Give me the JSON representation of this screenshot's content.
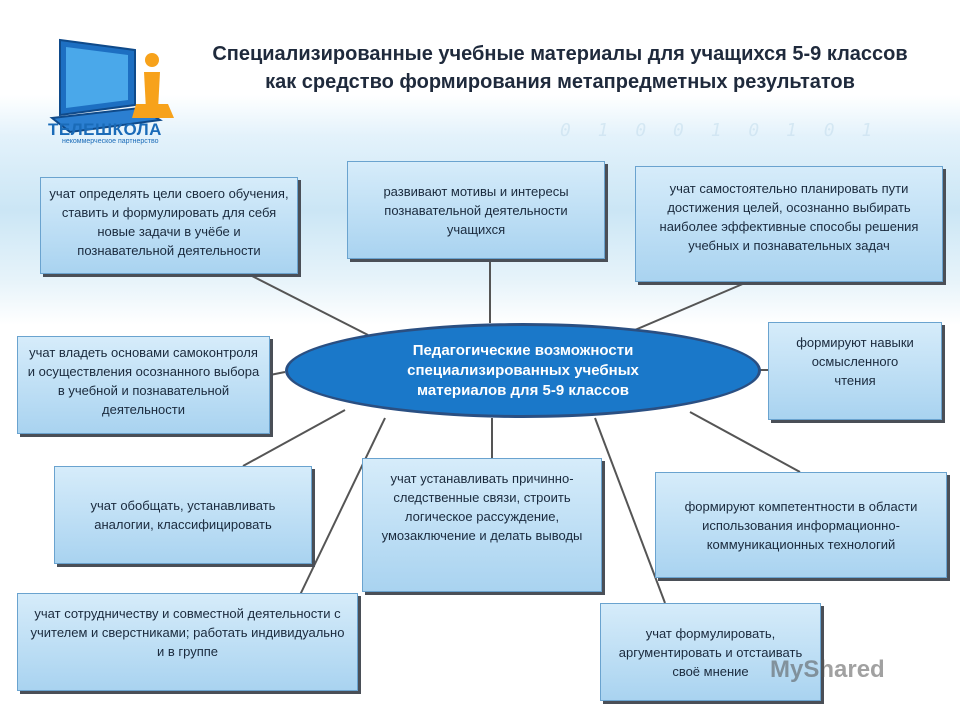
{
  "title": "Специализированные учебные материалы для учащихся 5-9 классов как средство формирования метапредметных результатов",
  "logo": {
    "name": "ТЕЛЕШКОЛА",
    "subtitle": "некоммерческое партнерство"
  },
  "background_digits": "0 1 0 0 1 0 1 0 1",
  "center": "Педагогические возможности специализированных учебных материалов для 5-9 классов",
  "boxes": {
    "b1": "учат определять цели своего обучения, ставить и формулировать для себя новые задачи в учёбе и познавательной деятельности",
    "b2": "развивают мотивы и интересы познавательной деятельности учащихся",
    "b3": "учат самостоятельно планировать пути достижения целей, осознанно выбирать наиболее эффективные способы решения учебных и познавательных задач",
    "b4": "учат владеть основами самоконтроля и осуществления осознанного выбора в учебной и познавательной деятельности",
    "b5": "формируют навыки осмысленного чтения",
    "b6": "учат обобщать, устанавливать аналогии, классифицировать",
    "b7": "учат устанавливать причинно-следственные связи, строить логическое рассуждение, умозаключение и делать выводы",
    "b8": "формируют компетентности в области использования информационно-коммуникационных технологий",
    "b9": "учат сотрудничеству и совместной деятельности с учителем и сверстниками; работать индивидуально и в группе",
    "b10": "учат формулировать, аргументировать и отстаивать своё мнение"
  },
  "watermark": "MyShared",
  "colors": {
    "ellipse_fill": "#1a78c9",
    "box_fill_top": "#d6ecfa",
    "box_fill_bottom": "#a9d3f0",
    "connector": "#555555"
  }
}
